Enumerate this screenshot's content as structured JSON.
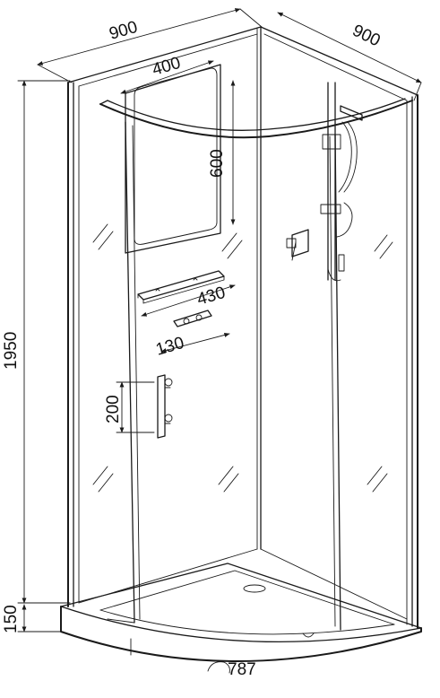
{
  "dimensions": {
    "width_left": "900",
    "width_right": "900",
    "window_width": "400",
    "window_height": "600",
    "total_height": "1950",
    "shelf_width": "430",
    "soap_dish_width": "130",
    "handle_height": "200",
    "tray_height": "150",
    "tray_depth": "787"
  }
}
